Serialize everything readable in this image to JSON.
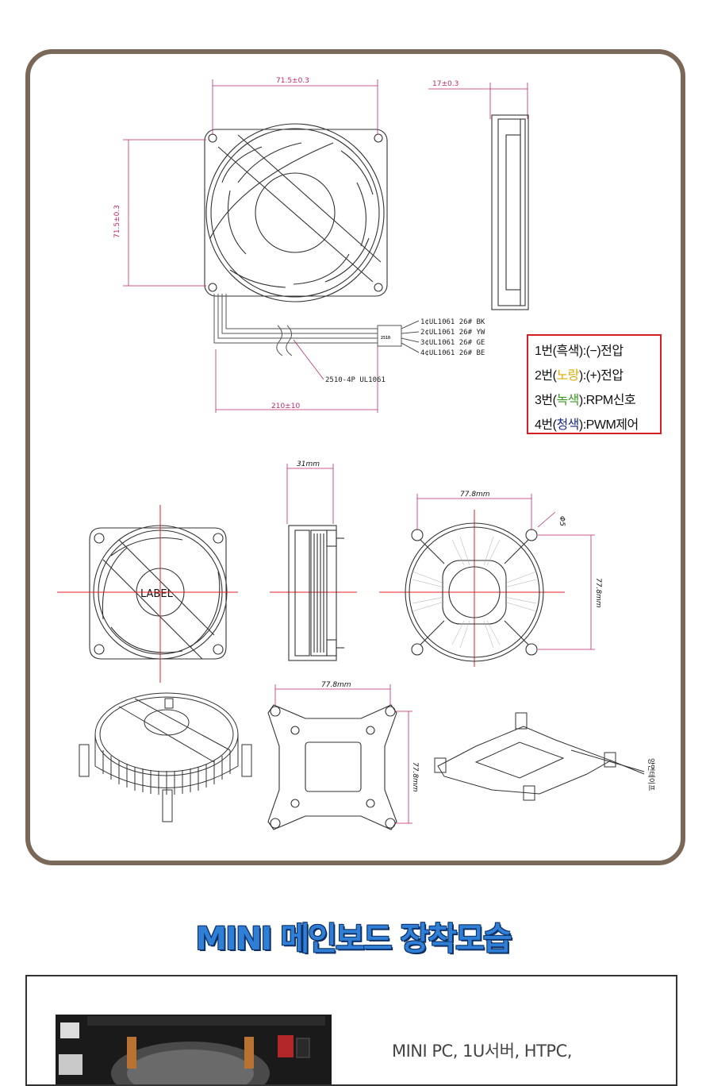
{
  "drawing_top": {
    "dims": {
      "width": "71.5±0.3",
      "height": "71.5±0.3",
      "thickness": "17±0.3",
      "cable": "210±10"
    },
    "wires": [
      "1¢UL1061 26# BK",
      "2¢UL1061 26# YW",
      "3¢UL1061 26# GE",
      "4¢UL1061 26# BE"
    ],
    "connector": "2510-4P UL1061",
    "connector_mark": "2510"
  },
  "legend": {
    "rows": [
      {
        "num": "1번(",
        "color_name": "흑색",
        "rest": "):(−)전압",
        "color": "#111111"
      },
      {
        "num": "2번(",
        "color_name": "노랑",
        "rest": "):(+)전압",
        "color": "#e0a800"
      },
      {
        "num": "3번(",
        "color_name": "녹색",
        "rest": "):RPM신호",
        "color": "#3a9a20"
      },
      {
        "num": "4번(",
        "color_name": "청색",
        "rest": "):PWM제어",
        "color": "#1a2a8a"
      }
    ]
  },
  "drawing_bottom": {
    "side_width": "31mm",
    "hole_spacing_h": "77.8mm",
    "hole_spacing_v": "77.8mm",
    "hole_dia": "Φ5",
    "fan_label": "LABEL",
    "bracket_h": "77.8mm",
    "bracket_v": "77.8mm",
    "tape_note": "양면테이프"
  },
  "section_title": "MINI 메인보드 장착모습",
  "bottom_text": "MINI PC, 1U서버, HTPC,",
  "colors": {
    "frame": "#7a6858",
    "dimension": "#c0286a",
    "legend_border": "#d42020",
    "title": "#2f7fd6"
  }
}
